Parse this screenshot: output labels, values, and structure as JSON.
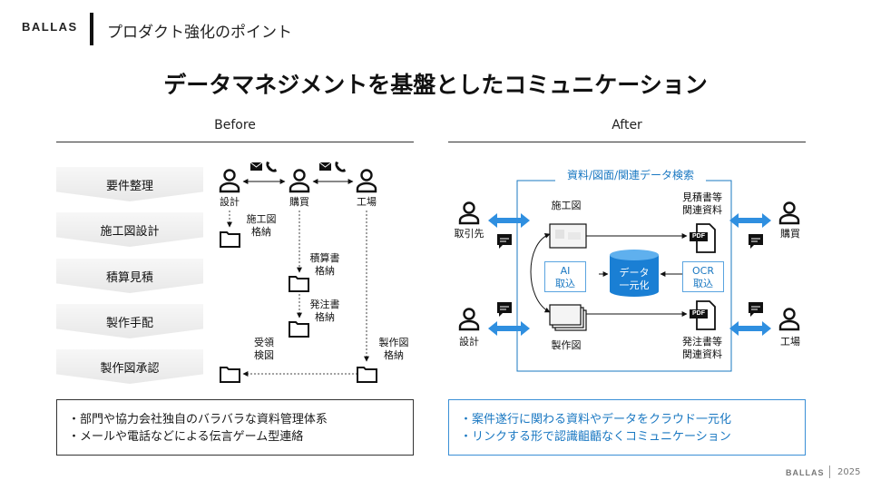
{
  "header": {
    "logo": "BALLAS",
    "title": "プロダクト強化のポイント"
  },
  "main_title": "データマネジメントを基盤としたコミュニケーション",
  "before": {
    "label": "Before",
    "steps": [
      "要件整理",
      "施工図設計",
      "積算見積",
      "製作手配",
      "製作図承認"
    ],
    "actors": {
      "design": "設計",
      "purchase": "購買",
      "factory": "工場"
    },
    "folders": {
      "construction_drawing": [
        "施工図",
        "格納"
      ],
      "estimate": [
        "積算書",
        "格納"
      ],
      "order": [
        "発注書",
        "格納"
      ],
      "received_check": [
        "受領",
        "検図"
      ],
      "production_drawing": [
        "製作図",
        "格納"
      ]
    },
    "notes": [
      "・部門や協力会社独自のバラバラな資料管理体系",
      "・メールや電話などによる伝言ゲーム型連絡"
    ]
  },
  "after": {
    "label": "After",
    "search_label": "資料/図面/関連データ検索",
    "actors": {
      "client": "取引先",
      "purchase": "購買",
      "design": "設計",
      "factory": "工場"
    },
    "docs": {
      "construction_drawing": "施工図",
      "production_drawing": "製作図",
      "estimate": [
        "見積書等",
        "関連資料"
      ],
      "order": [
        "発注書等",
        "関連資料"
      ]
    },
    "ai_box": [
      "AI",
      "取込"
    ],
    "ocr_box": [
      "OCR",
      "取込"
    ],
    "db": [
      "データ",
      "一元化"
    ],
    "pdf_label": "PDF",
    "notes": [
      "・案件遂行に関わる資料やデータをクラウド一元化",
      "・リンクする形で認識齟齬なくコミュニケーション"
    ]
  },
  "footer": {
    "logo": "BALLAS",
    "year": "2025"
  },
  "colors": {
    "accent": "#1a78c2",
    "arrow": "#2f8fe0",
    "text": "#1a1a1a"
  }
}
